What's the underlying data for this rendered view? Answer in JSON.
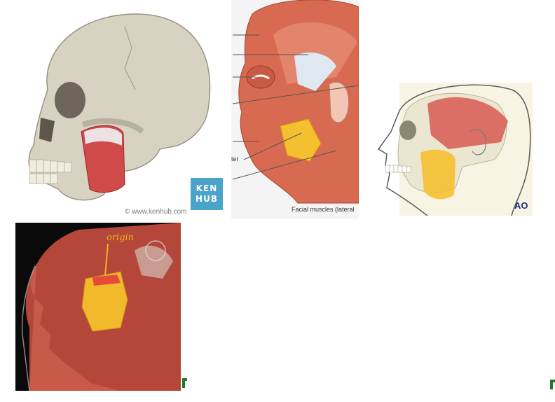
{
  "panels": {
    "skull": {
      "watermark_url": "© www.kenhub.com",
      "logo_line1": "KEN",
      "logo_line2": "HUB",
      "logo_color": "#4aa3c8"
    },
    "facial_muscles": {
      "caption": "Facial muscles (lateral",
      "partial_label": "ter"
    },
    "head_outline": {
      "logo_text": "AO",
      "logo_color": "#1f2f7a"
    },
    "render_3d": {
      "annotation": "origin",
      "annotation_color": "#f3b21b"
    }
  },
  "colors": {
    "muscle_red": "#d9534f",
    "highlight_yellow": "#f5c030",
    "bone": "#e8e2d4",
    "marker_green": "#1c7a2a"
  }
}
